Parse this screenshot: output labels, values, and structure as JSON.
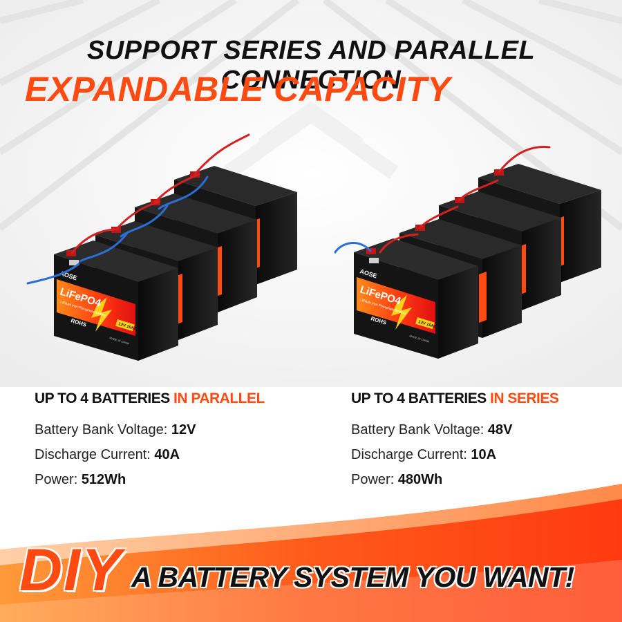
{
  "header": {
    "title_line1": "SUPPORT SERIES AND PARALLEL CONNECTION",
    "title_line2": "EXPANDABLE CAPACITY"
  },
  "battery_label": {
    "brand": "AOSE",
    "chemistry": "LiFePO4",
    "subtitle": "Lithium Iron Phosphate Battery",
    "rating": "12V 10Ah",
    "rohs": "ROHS",
    "made_in": "MADE IN CHINA"
  },
  "parallel": {
    "title_prefix": "UP TO 4 BATTERIES ",
    "title_highlight": "IN PARALLEL",
    "voltage_label": "Battery Bank Voltage: ",
    "voltage_value": "12V",
    "current_label": "Discharge Current: ",
    "current_value": "40A",
    "power_label": "Power: ",
    "power_value": "512Wh"
  },
  "series": {
    "title_prefix": "UP TO 4 BATTERIES ",
    "title_highlight": "IN SERIES",
    "voltage_label": "Battery Bank Voltage: ",
    "voltage_value": "48V",
    "current_label": "Discharge Current: ",
    "current_value": "10A",
    "power_label": "Power: ",
    "power_value": "480Wh"
  },
  "banner": {
    "diy": "DIY",
    "tagline": "A BATTERY SYSTEM YOU WANT!"
  },
  "colors": {
    "accent": "#ff4b12",
    "text_dark": "#111111",
    "battery_body": "#151515",
    "wire_red": "#d42020",
    "wire_blue": "#2a6fd8"
  }
}
